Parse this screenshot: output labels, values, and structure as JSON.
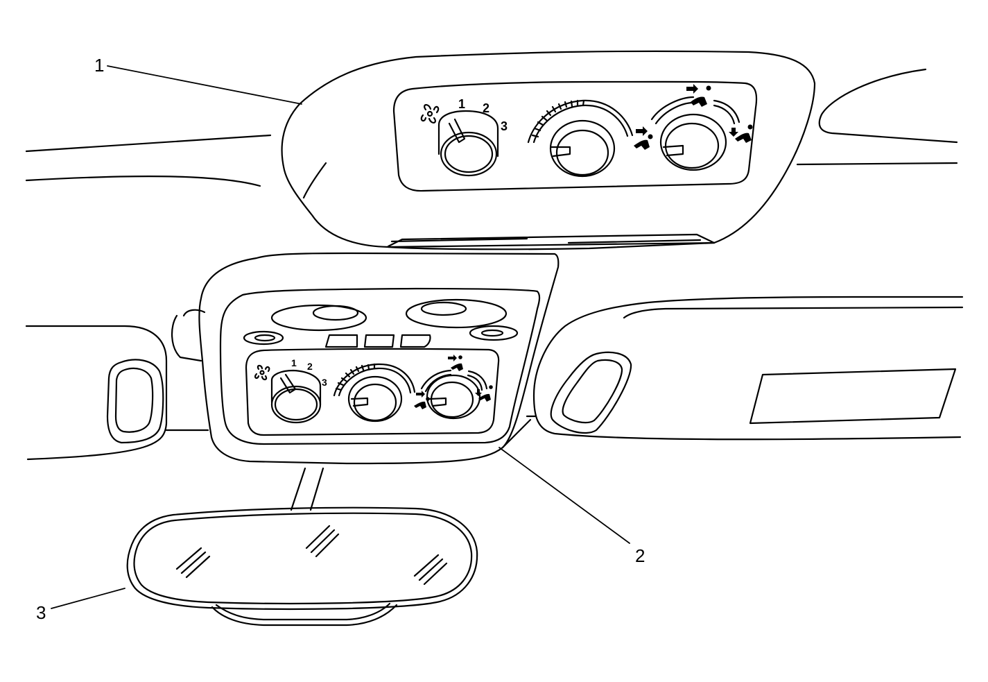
{
  "callouts": {
    "one": "1",
    "two": "2",
    "three": "3"
  },
  "fan_speed_scale": {
    "s1": "1",
    "s2": "2",
    "s3": "3"
  },
  "icons": [
    "fan-icon",
    "face-vent-icon",
    "bi-level-vent-icon",
    "floor-vent-icon",
    "glass-hatching-icon"
  ],
  "colors": {
    "line": "#000000",
    "background": "#ffffff"
  }
}
